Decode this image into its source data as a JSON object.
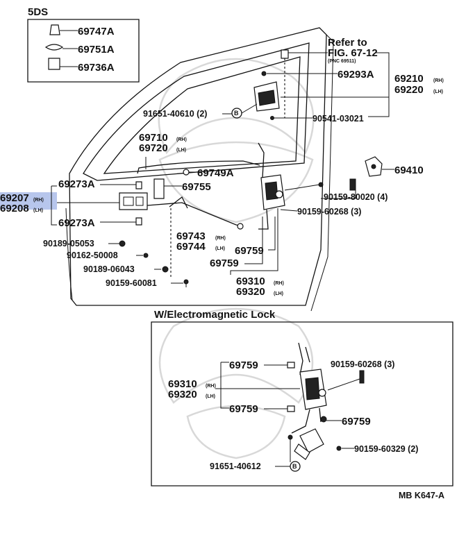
{
  "inset_title": "5DS",
  "inset_parts": [
    "69747A",
    "69751A",
    "69736A"
  ],
  "refer": {
    "line1": "Refer to",
    "line2": "FIG. 67-12",
    "line3": "(PNC 69511)"
  },
  "labels": {
    "p69293A": "69293A",
    "p69210": "69210",
    "p69220": "69220",
    "p91651_40610": "91651-40610 (2)",
    "p90541_03021": "90541-03021",
    "p69710": "69710",
    "p69720": "69720",
    "p69749A": "69749A",
    "p69410": "69410",
    "p69273A_top": "69273A",
    "p69755": "69755",
    "p90159_80020": "90159-80020 (4)",
    "p69207": "69207",
    "p69208": "69208",
    "p90159_60268": "90159-60268 (3)",
    "p69273A_bot": "69273A",
    "p69743": "69743",
    "p69744": "69744",
    "p90189_05053": "90189-05053",
    "p69759_a": "69759",
    "p90162_50008": "90162-50008",
    "p69759_b": "69759",
    "p90189_06043": "90189-06043",
    "p69310": "69310",
    "p69320": "69320",
    "p90159_60081": "90159-60081"
  },
  "suffix": {
    "rh": "(RH)",
    "lh": "(LH)"
  },
  "circle_b": "B",
  "lower_title": "W/Electromagnetic Lock",
  "lower_labels": {
    "l69759_a": "69759",
    "l90159_60268": "90159-60268 (3)",
    "l69310": "69310",
    "l69320": "69320",
    "l69759_b": "69759",
    "l69759_c": "69759",
    "l90159_60329": "90159-60329 (2)",
    "l91651_40612": "91651-40612"
  },
  "figure_code": "MB K647-A",
  "colors": {
    "highlight": "#9fb3e6",
    "ink": "#111111",
    "watermark": "#d8d8d8"
  }
}
